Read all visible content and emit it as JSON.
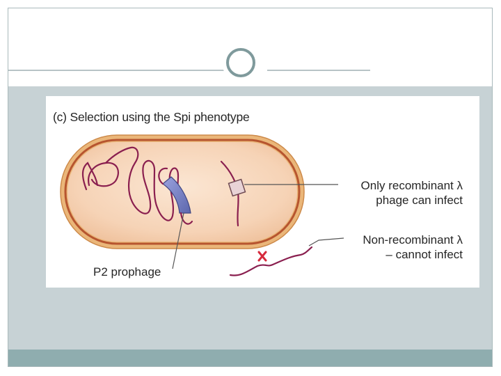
{
  "figure": {
    "title": "(c) Selection using the Spi phenotype",
    "labels": {
      "only_recombinant": [
        "Only recombinant λ",
        "phage can infect"
      ],
      "non_recombinant": [
        "Non-recombinant λ",
        "– cannot infect"
      ],
      "p2_prophage": "P2 prophage"
    }
  },
  "colors": {
    "header_rule": "#b7c3c6",
    "accent_circle": "#7f9a9c",
    "body_panel": "#c7d2d5",
    "footer_bar": "#8fadaf",
    "cell_fill": "#f7d7be",
    "cell_wall_outer": "#e3aa66",
    "cell_wall_inner": "#c2623a",
    "dna_strand": "#8a1f4f",
    "prophage": "#7d86c9",
    "reject_mark": "#d62a3c"
  }
}
